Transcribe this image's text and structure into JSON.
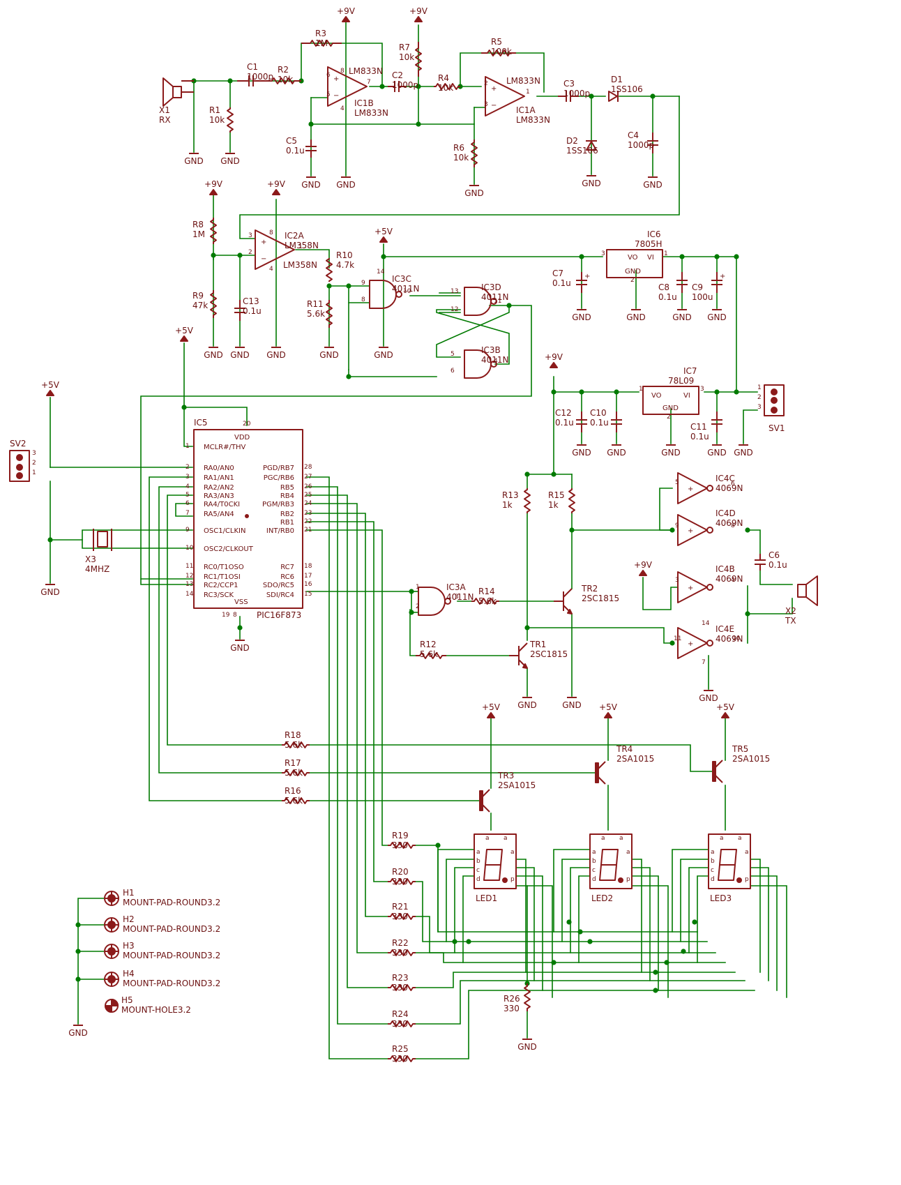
{
  "components": {
    "x1": {
      "ref": "X1",
      "value": "RX"
    },
    "x2": {
      "ref": "X2",
      "value": "TX"
    },
    "x3": {
      "ref": "X3",
      "value": "4MHZ"
    },
    "r1": {
      "ref": "R1",
      "value": "10k"
    },
    "r2": {
      "ref": "R2",
      "value": "10k"
    },
    "r3": {
      "ref": "R3",
      "value": "1M"
    },
    "r4": {
      "ref": "R4",
      "value": "10k"
    },
    "r5": {
      "ref": "R5",
      "value": "100k"
    },
    "r6": {
      "ref": "R6",
      "value": "10k"
    },
    "r7": {
      "ref": "R7",
      "value": "10k"
    },
    "r8": {
      "ref": "R8",
      "value": "1M"
    },
    "r9": {
      "ref": "R9",
      "value": "47k"
    },
    "r10": {
      "ref": "R10",
      "value": "4.7k"
    },
    "r11": {
      "ref": "R11",
      "value": "5.6k"
    },
    "r12": {
      "ref": "R12",
      "value": "5.6k"
    },
    "r13": {
      "ref": "R13",
      "value": "1k"
    },
    "r14": {
      "ref": "R14",
      "value": "5.6k"
    },
    "r15": {
      "ref": "R15",
      "value": "1k"
    },
    "r16": {
      "ref": "R16",
      "value": "5.6k"
    },
    "r17": {
      "ref": "R17",
      "value": "5.6k"
    },
    "r18": {
      "ref": "R18",
      "value": "5.6k"
    },
    "r19": {
      "ref": "R19",
      "value": "330"
    },
    "r20": {
      "ref": "R20",
      "value": "330"
    },
    "r21": {
      "ref": "R21",
      "value": "330"
    },
    "r22": {
      "ref": "R22",
      "value": "330"
    },
    "r23": {
      "ref": "R23",
      "value": "330"
    },
    "r24": {
      "ref": "R24",
      "value": "330"
    },
    "r25": {
      "ref": "R25",
      "value": "330"
    },
    "r26": {
      "ref": "R26",
      "value": "330"
    },
    "c1": {
      "ref": "C1",
      "value": "1000p"
    },
    "c2": {
      "ref": "C2",
      "value": "1000p"
    },
    "c3": {
      "ref": "C3",
      "value": "1000p"
    },
    "c4": {
      "ref": "C4",
      "value": "1000p"
    },
    "c5": {
      "ref": "C5",
      "value": "0.1u"
    },
    "c6": {
      "ref": "C6",
      "value": "0.1u"
    },
    "c7": {
      "ref": "C7",
      "value": "0.1u"
    },
    "c8": {
      "ref": "C8",
      "value": "0.1u"
    },
    "c9": {
      "ref": "C9",
      "value": "100u"
    },
    "c10": {
      "ref": "C10",
      "value": "0.1u"
    },
    "c11": {
      "ref": "C11",
      "value": "0.1u"
    },
    "c12": {
      "ref": "C12",
      "value": "0.1u"
    },
    "c13": {
      "ref": "C13",
      "value": "0.1u"
    },
    "d1": {
      "ref": "D1",
      "value": "1SS106"
    },
    "d2": {
      "ref": "D2",
      "value": "1SS106"
    },
    "ic1b": {
      "ref": "IC1B",
      "value": "LM833N"
    },
    "ic1a": {
      "ref": "IC1A",
      "value": "LM833N"
    },
    "ic2a": {
      "ref": "IC2A",
      "value": "LM358N"
    },
    "ic3a": {
      "ref": "IC3A",
      "value": "4011N"
    },
    "ic3b": {
      "ref": "IC3B",
      "value": "4011N"
    },
    "ic3c": {
      "ref": "IC3C",
      "value": "4011N"
    },
    "ic3d": {
      "ref": "IC3D",
      "value": "4011N"
    },
    "ic4b": {
      "ref": "IC4B",
      "value": "4069N"
    },
    "ic4c": {
      "ref": "IC4C",
      "value": "4069N"
    },
    "ic4d": {
      "ref": "IC4D",
      "value": "4069N"
    },
    "ic4e": {
      "ref": "IC4E",
      "value": "4069N"
    },
    "ic5": {
      "ref": "IC5",
      "value": "PIC16F873"
    },
    "ic6": {
      "ref": "IC6",
      "value": "7805H"
    },
    "ic7": {
      "ref": "IC7",
      "value": "78L09"
    },
    "tr1": {
      "ref": "TR1",
      "value": "2SC1815"
    },
    "tr2": {
      "ref": "TR2",
      "value": "2SC1815"
    },
    "tr3": {
      "ref": "TR3",
      "value": "2SA1015"
    },
    "tr4": {
      "ref": "TR4",
      "value": "2SA1015"
    },
    "tr5": {
      "ref": "TR5",
      "value": "2SA1015"
    },
    "led1": {
      "ref": "LED1"
    },
    "led2": {
      "ref": "LED2"
    },
    "led3": {
      "ref": "LED3"
    },
    "sv1": {
      "ref": "SV1"
    },
    "sv2": {
      "ref": "SV2"
    },
    "h1": {
      "ref": "H1",
      "value": "MOUNT-PAD-ROUND3.2"
    },
    "h2": {
      "ref": "H2",
      "value": "MOUNT-PAD-ROUND3.2"
    },
    "h3": {
      "ref": "H3",
      "value": "MOUNT-PAD-ROUND3.2"
    },
    "h4": {
      "ref": "H4",
      "value": "MOUNT-PAD-ROUND3.2"
    },
    "h5": {
      "ref": "H5",
      "value": "MOUNT-HOLE3.2"
    }
  },
  "nets": {
    "gnd": "GND",
    "v9": "+9V",
    "v5": "+5V"
  },
  "ic5_pins": {
    "left": [
      "MCLR#/THV",
      "RA0/AN0",
      "RA1/AN1",
      "RA2/AN2",
      "RA3/AN3",
      "RA4/T0CKI",
      "RA5/AN4",
      "OSC1/CLKIN",
      "OSC2/CLKOUT",
      "RC0/T1OSO",
      "RC1/T1OSI",
      "RC2/CCP1",
      "RC3/SCK"
    ],
    "left_nums": [
      "1",
      "2",
      "3",
      "4",
      "5",
      "6",
      "7",
      "9",
      "10",
      "11",
      "12",
      "13",
      "14"
    ],
    "right": [
      "PGD/RB7",
      "PGC/RB6",
      "RB5",
      "RB4",
      "PGM/RB3",
      "RB2",
      "RB1",
      "INT/RB0",
      "RC7",
      "RC6",
      "SDO/RC5",
      "SDI/RC4"
    ],
    "right_nums": [
      "28",
      "27",
      "26",
      "25",
      "24",
      "23",
      "22",
      "21",
      "18",
      "17",
      "16",
      "15"
    ],
    "vdd": "VDD",
    "vss": "VSS"
  },
  "regulator_pins": {
    "vo": "VO",
    "vi": "VI",
    "gnd": "GND"
  }
}
